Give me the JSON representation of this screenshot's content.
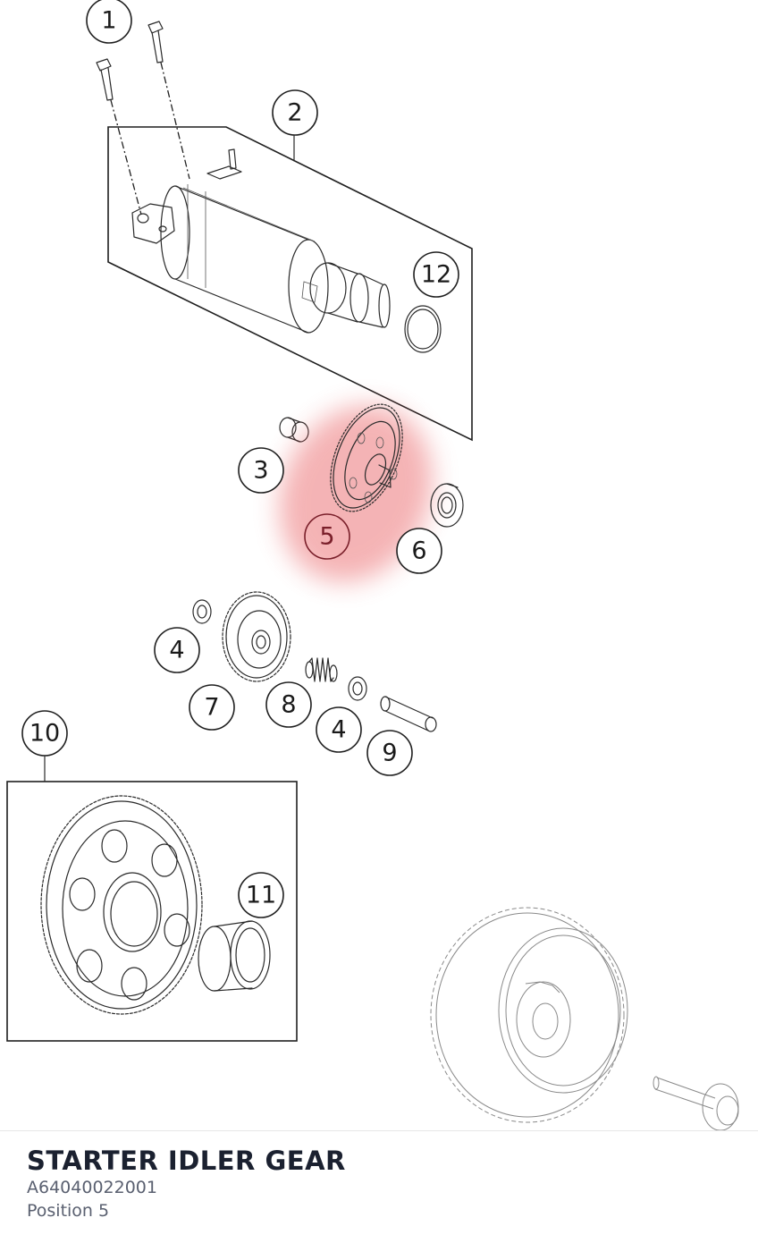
{
  "diagram": {
    "highlight_color": "#e8585c",
    "callouts": [
      {
        "label": "1"
      },
      {
        "label": "2"
      },
      {
        "label": "12"
      },
      {
        "label": "3"
      },
      {
        "label": "5"
      },
      {
        "label": "6"
      },
      {
        "label": "4"
      },
      {
        "label": "7"
      },
      {
        "label": "8"
      },
      {
        "label": "4"
      },
      {
        "label": "9"
      },
      {
        "label": "10"
      },
      {
        "label": "11"
      }
    ]
  },
  "part": {
    "name": "STARTER IDLER GEAR",
    "number": "A64040022001",
    "position": "Position 5"
  }
}
